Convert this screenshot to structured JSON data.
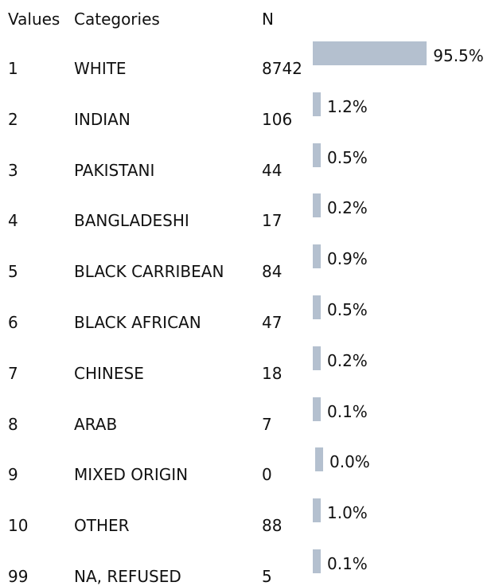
{
  "header": {
    "values_label": "Values",
    "categories_label": "Categories",
    "n_label": "N"
  },
  "colors": {
    "bar": "#b4c0cf",
    "text": "#111111",
    "background": "#ffffff"
  },
  "chart_data": {
    "type": "bar",
    "orientation": "horizontal",
    "columns": [
      "Values",
      "Categories",
      "N"
    ],
    "value_codes": [
      "1",
      "2",
      "3",
      "4",
      "5",
      "6",
      "7",
      "8",
      "9",
      "10",
      "99"
    ],
    "categories": [
      "WHITE",
      "INDIAN",
      "PAKISTANI",
      "BANGLADESHI",
      "BLACK CARRIBEAN",
      "BLACK AFRICAN",
      "CHINESE",
      "ARAB",
      "MIXED ORIGIN",
      "OTHER",
      "NA, REFUSED"
    ],
    "counts": [
      8742,
      106,
      44,
      17,
      84,
      47,
      18,
      7,
      0,
      88,
      5
    ],
    "percent_labels": [
      "95.5%",
      "1.2%",
      "0.5%",
      "0.2%",
      "0.9%",
      "0.5%",
      "0.2%",
      "0.1%",
      "0.0%",
      "1.0%",
      "0.1%"
    ],
    "values": [
      95.5,
      1.2,
      0.5,
      0.2,
      0.9,
      0.5,
      0.2,
      0.1,
      0.0,
      1.0,
      0.1
    ],
    "xlim": [
      0,
      100
    ],
    "grid": false,
    "legend": "none"
  }
}
